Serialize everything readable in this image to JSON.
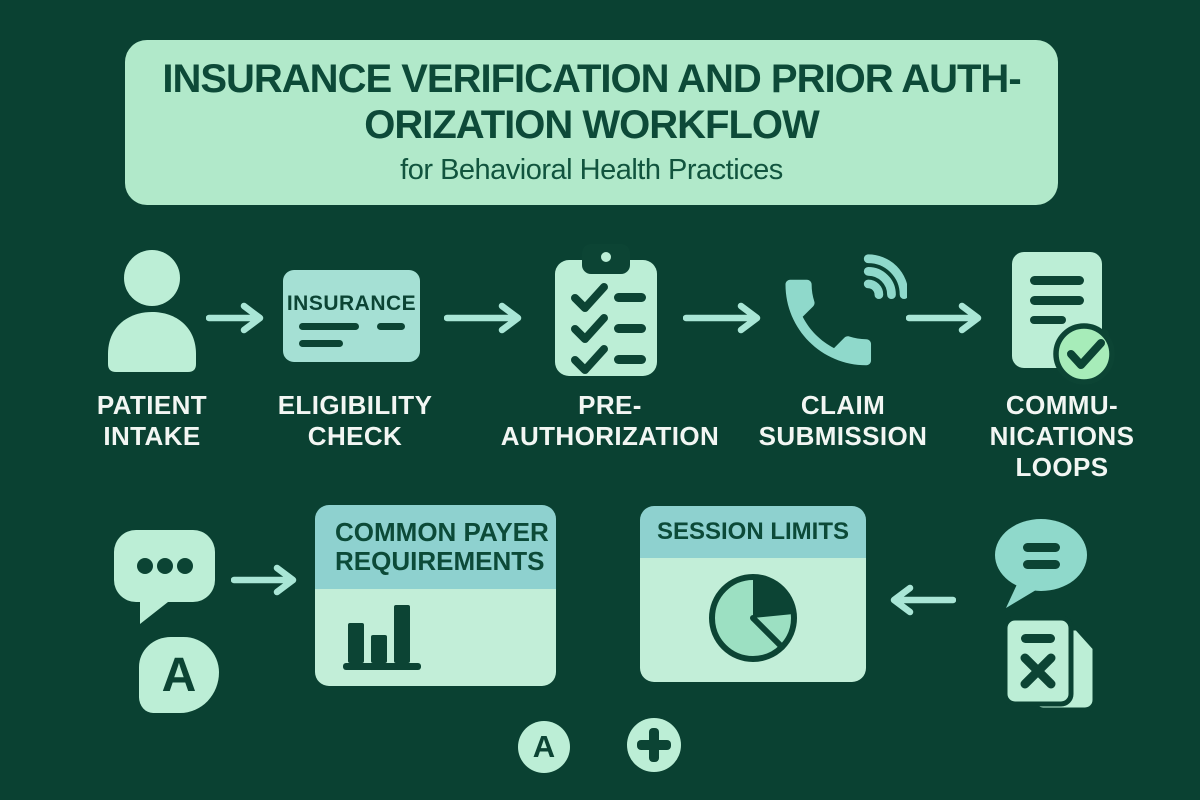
{
  "colors": {
    "background": "#0a4132",
    "banner_bg": "#b1e9ca",
    "title_text": "#0d4a38",
    "step_label_text": "#f2f6f3",
    "mint_icon": "#bceed6",
    "teal_icon": "#8fd9cb",
    "arrow": "#a9e6d6",
    "card_header": "#8ed1cf",
    "card_body": "#c2eed8",
    "dark_green": "#0c4434",
    "check_badge_green": "#a7ecb9"
  },
  "banner": {
    "title_line1": "INSURANCE VERIFICATION AND PRIOR AUTH-",
    "title_line2": "ORIZATION WORKFLOW",
    "subtitle": "for Behavioral Health Practices"
  },
  "workflow": {
    "steps": [
      {
        "icon": "person-icon",
        "label_lines": [
          "PATIENT",
          "INTAKE"
        ]
      },
      {
        "icon": "insurance-card-icon",
        "card_label": "INSURANCE",
        "label_lines": [
          "ELIGIBILITY",
          "CHECK"
        ]
      },
      {
        "icon": "clipboard-checklist-icon",
        "label_lines": [
          "PRE-",
          "AUTHORIZATION"
        ]
      },
      {
        "icon": "phone-call-icon",
        "label_lines": [
          "CLAIM",
          "SUBMISSION"
        ]
      },
      {
        "icon": "document-approved-icon",
        "label_lines": [
          "COMMU-",
          "NICATIONS",
          "LOOPS"
        ]
      }
    ]
  },
  "details": {
    "payer_card": {
      "title_line1": "COMMON PAYER",
      "title_line2": "REQUIREMENTS",
      "icon": "bar-chart-icon"
    },
    "session_card": {
      "title": "SESSION LIMITS",
      "icon": "pie-chart-icon"
    },
    "left_icons": [
      "chat-dots-icon",
      "letter-a-badge-icon"
    ],
    "right_icons": [
      "speech-lines-icon",
      "denied-document-icon"
    ],
    "footer_icons": [
      "letter-a-circle-icon",
      "medical-plus-circle-icon"
    ]
  },
  "glyphs": {
    "letter_a": "A"
  }
}
